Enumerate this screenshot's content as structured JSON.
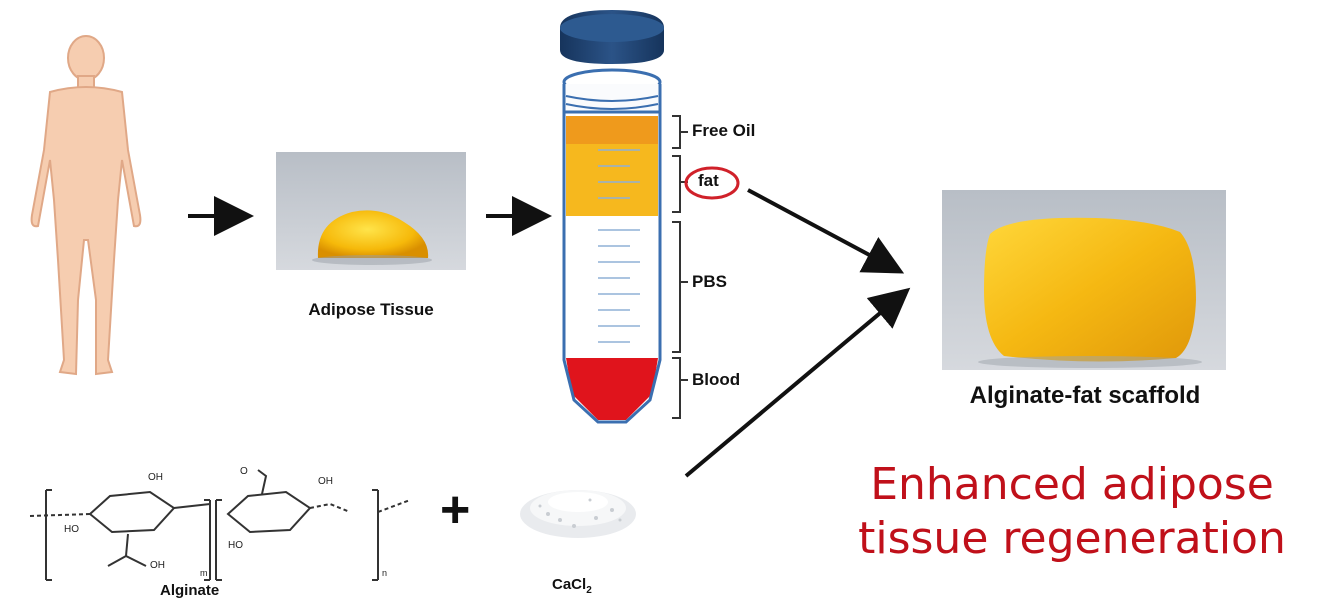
{
  "labels": {
    "adipose_tissue": "Adipose Tissue",
    "free_oil": "Free Oil",
    "fat": "fat",
    "pbs": "PBS",
    "blood": "Blood",
    "scaffold": "Alginate-fat scaffold",
    "alginate": "Alginate",
    "cacl2_base": "CaCl",
    "cacl2_sub": "2",
    "plus": "+"
  },
  "structure": {
    "oh1": "OH",
    "oh2": "OH",
    "ho1": "HO",
    "ho2": "HO",
    "cooh_oh": "OH",
    "o_ring": "O",
    "sub_m": "m",
    "sub_n": "n"
  },
  "headline": {
    "line1": "Enhanced adipose",
    "line2": "tissue regeneration"
  },
  "colors": {
    "headline": "#c0101a",
    "fat": "#f2b21c",
    "blood": "#e0141c",
    "cap": "#1f3f6b",
    "skin": "#f6cdb0"
  }
}
